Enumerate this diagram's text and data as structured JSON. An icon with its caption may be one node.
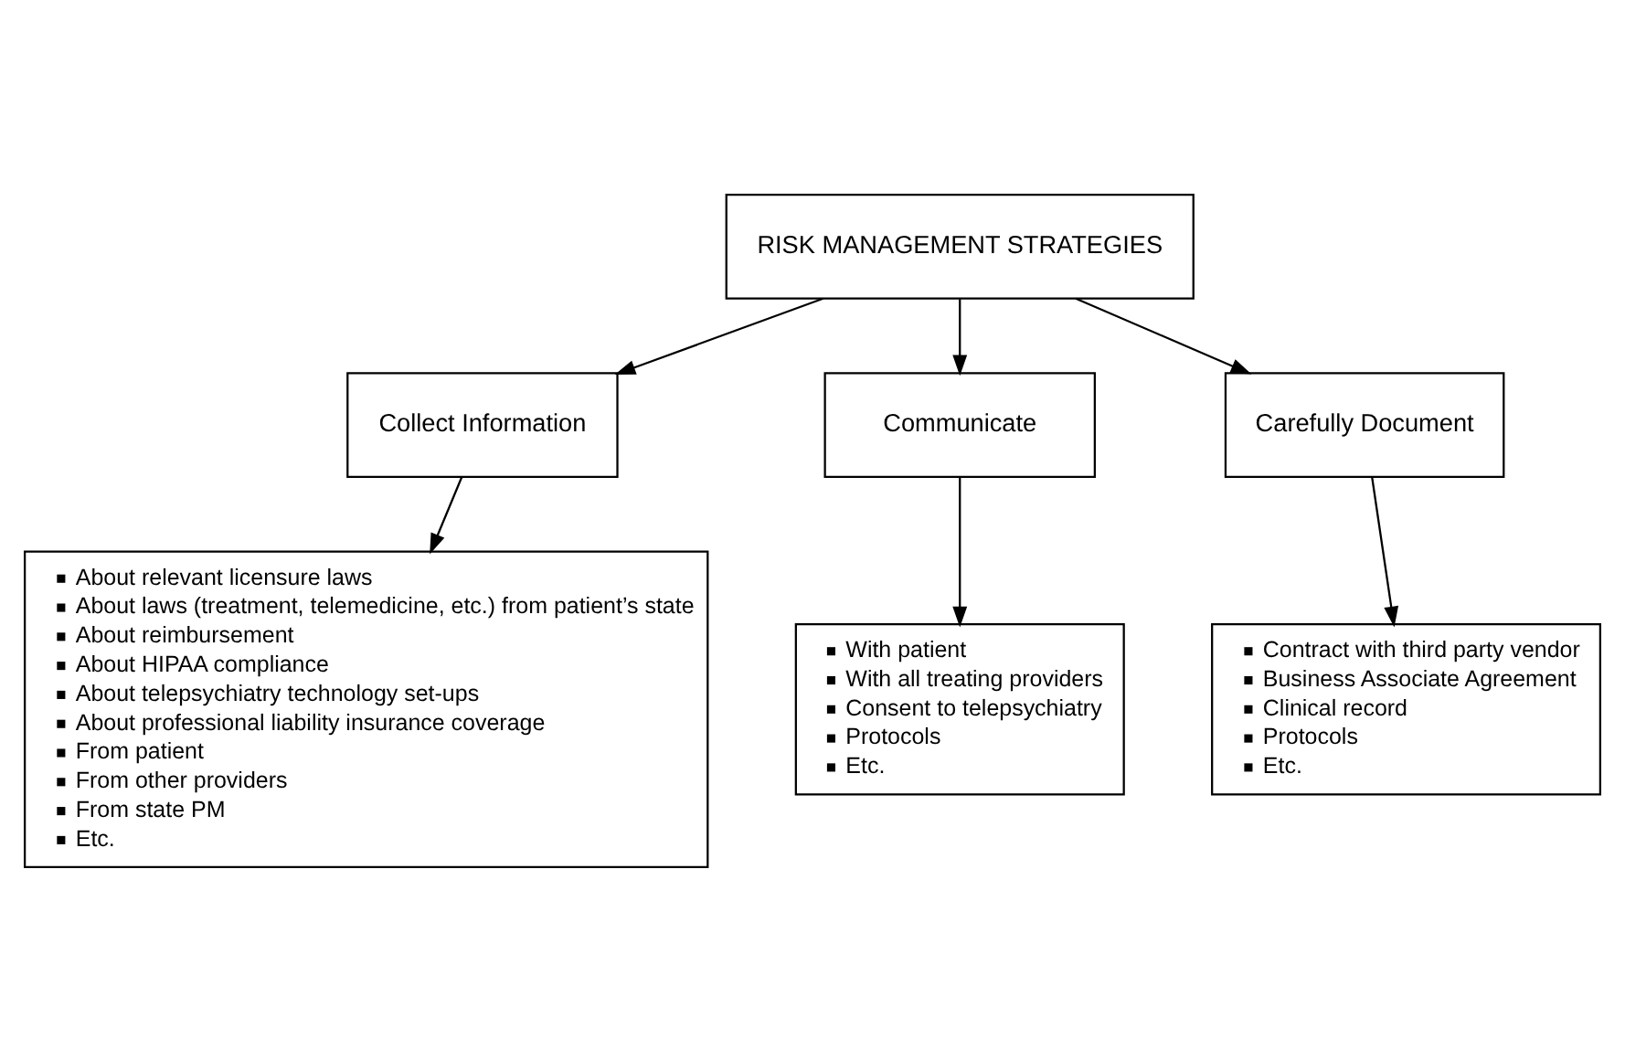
{
  "diagram": {
    "nodes": [
      {
        "text": [
          "RISK MANAGEMENT STRATEGIES"
        ]
      },
      {
        "text": [
          "Collect Information"
        ]
      },
      {
        "text": [
          "Communicate"
        ]
      },
      {
        "text": [
          "Carefully Document"
        ]
      },
      {
        "text": [
          "About relevant licensure laws",
          "About laws (treatment, telemedicine, etc.) from patient’s state",
          "About reimbursement",
          "About HIPAA compliance",
          "About telepsychiatry technology set-ups",
          "About professional liability insurance coverage",
          "From patient",
          "From other providers",
          "From state PM",
          "Etc."
        ]
      },
      {
        "text": [
          "With patient",
          "With all treating providers",
          "Consent to telepsychiatry",
          "Protocols",
          "Etc."
        ]
      },
      {
        "text": [
          "Contract with third party vendor",
          "Business Associate Agreement",
          "Clinical record",
          "Protocols",
          "Etc."
        ]
      }
    ],
    "edges": [
      {
        "from": 0,
        "to": 1,
        "arrow": "to"
      },
      {
        "from": 0,
        "to": 2,
        "arrow": "to"
      },
      {
        "from": 0,
        "to": 3,
        "arrow": "to"
      },
      {
        "from": 1,
        "to": 4,
        "arrow": "to"
      },
      {
        "from": 2,
        "to": 5,
        "arrow": "to"
      },
      {
        "from": 3,
        "to": 6,
        "arrow": "to"
      }
    ]
  }
}
